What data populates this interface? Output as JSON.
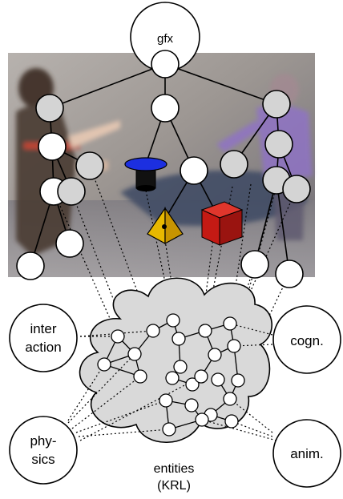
{
  "diagram": {
    "scene_graph_root_label": "gfx",
    "modules": {
      "interaction": [
        "inter",
        "action"
      ],
      "cognition": [
        "cogn."
      ],
      "physics": [
        "phy-",
        "sics"
      ],
      "animation": [
        "anim."
      ]
    },
    "entity_cloud_label": [
      "entities",
      "(KRL)"
    ]
  },
  "colors": {
    "node_fill_scene": "#d4d4d4",
    "node_fill_white": "#ffffff",
    "stroke": "#000000",
    "cloud_fill": "#d9d9d9",
    "hat_blue": "#1c2fe0",
    "pyramid_yellow": "#e8b800",
    "cube_red": "#c41a14"
  },
  "icons": [
    "top-hat-icon",
    "pyramid-icon",
    "cube-icon"
  ]
}
